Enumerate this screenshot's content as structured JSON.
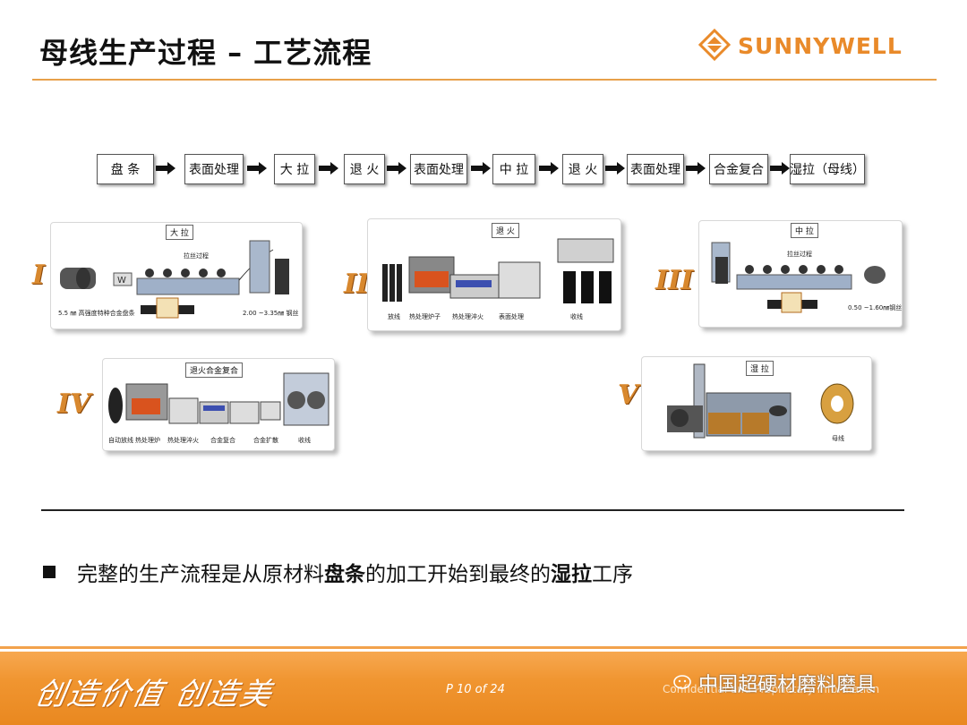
{
  "header": {
    "title": "母线生产过程 – 工艺流程",
    "logo_text": "SUNNYWELL"
  },
  "colors": {
    "accent": "#f09530",
    "rule": "#e8a04a",
    "roman": "#d8882e"
  },
  "flow": {
    "steps": [
      "盘 条",
      "表面处理",
      "大 拉",
      "退 火",
      "表面处理",
      "中 拉",
      "退 火",
      "表面处理",
      "合金复合",
      "湿拉（母线）"
    ]
  },
  "panels": [
    {
      "numeral": "I",
      "tag": "大 拉",
      "sub_label": "拉丝过程",
      "captions": [
        "5.5 ㎜ 高强度特种合金盘条",
        "2.00 ~3.35㎜ 钢丝"
      ]
    },
    {
      "numeral": "II",
      "tag": "退 火",
      "captions": [
        "放线",
        "热处理炉子",
        "热处理淬火",
        "表面处理",
        "收线"
      ]
    },
    {
      "numeral": "III",
      "tag": "中 拉",
      "sub_label": "拉丝过程",
      "captions": [
        "0.50 ~1.60㎜钢丝"
      ]
    },
    {
      "numeral": "IV",
      "tag": "退火合金复合",
      "captions": [
        "自动放线",
        "热处理炉",
        "热处理淬火",
        "合金复合",
        "合金扩散",
        "收线"
      ]
    },
    {
      "numeral": "V",
      "tag": "湿 拉",
      "captions": [
        "母线"
      ]
    }
  ],
  "bullet": {
    "part1": "完整的生产流程是从原材料",
    "bold1": "盘条",
    "part2": "的加工开始到最终的",
    "bold2": "湿拉",
    "part3": "工序"
  },
  "footer": {
    "slogan": "创造价值 创造美",
    "page": "P 10 of 24",
    "confidential": "Confidential and Proprietary Information",
    "watermark": "中国超硬材磨料磨具"
  }
}
